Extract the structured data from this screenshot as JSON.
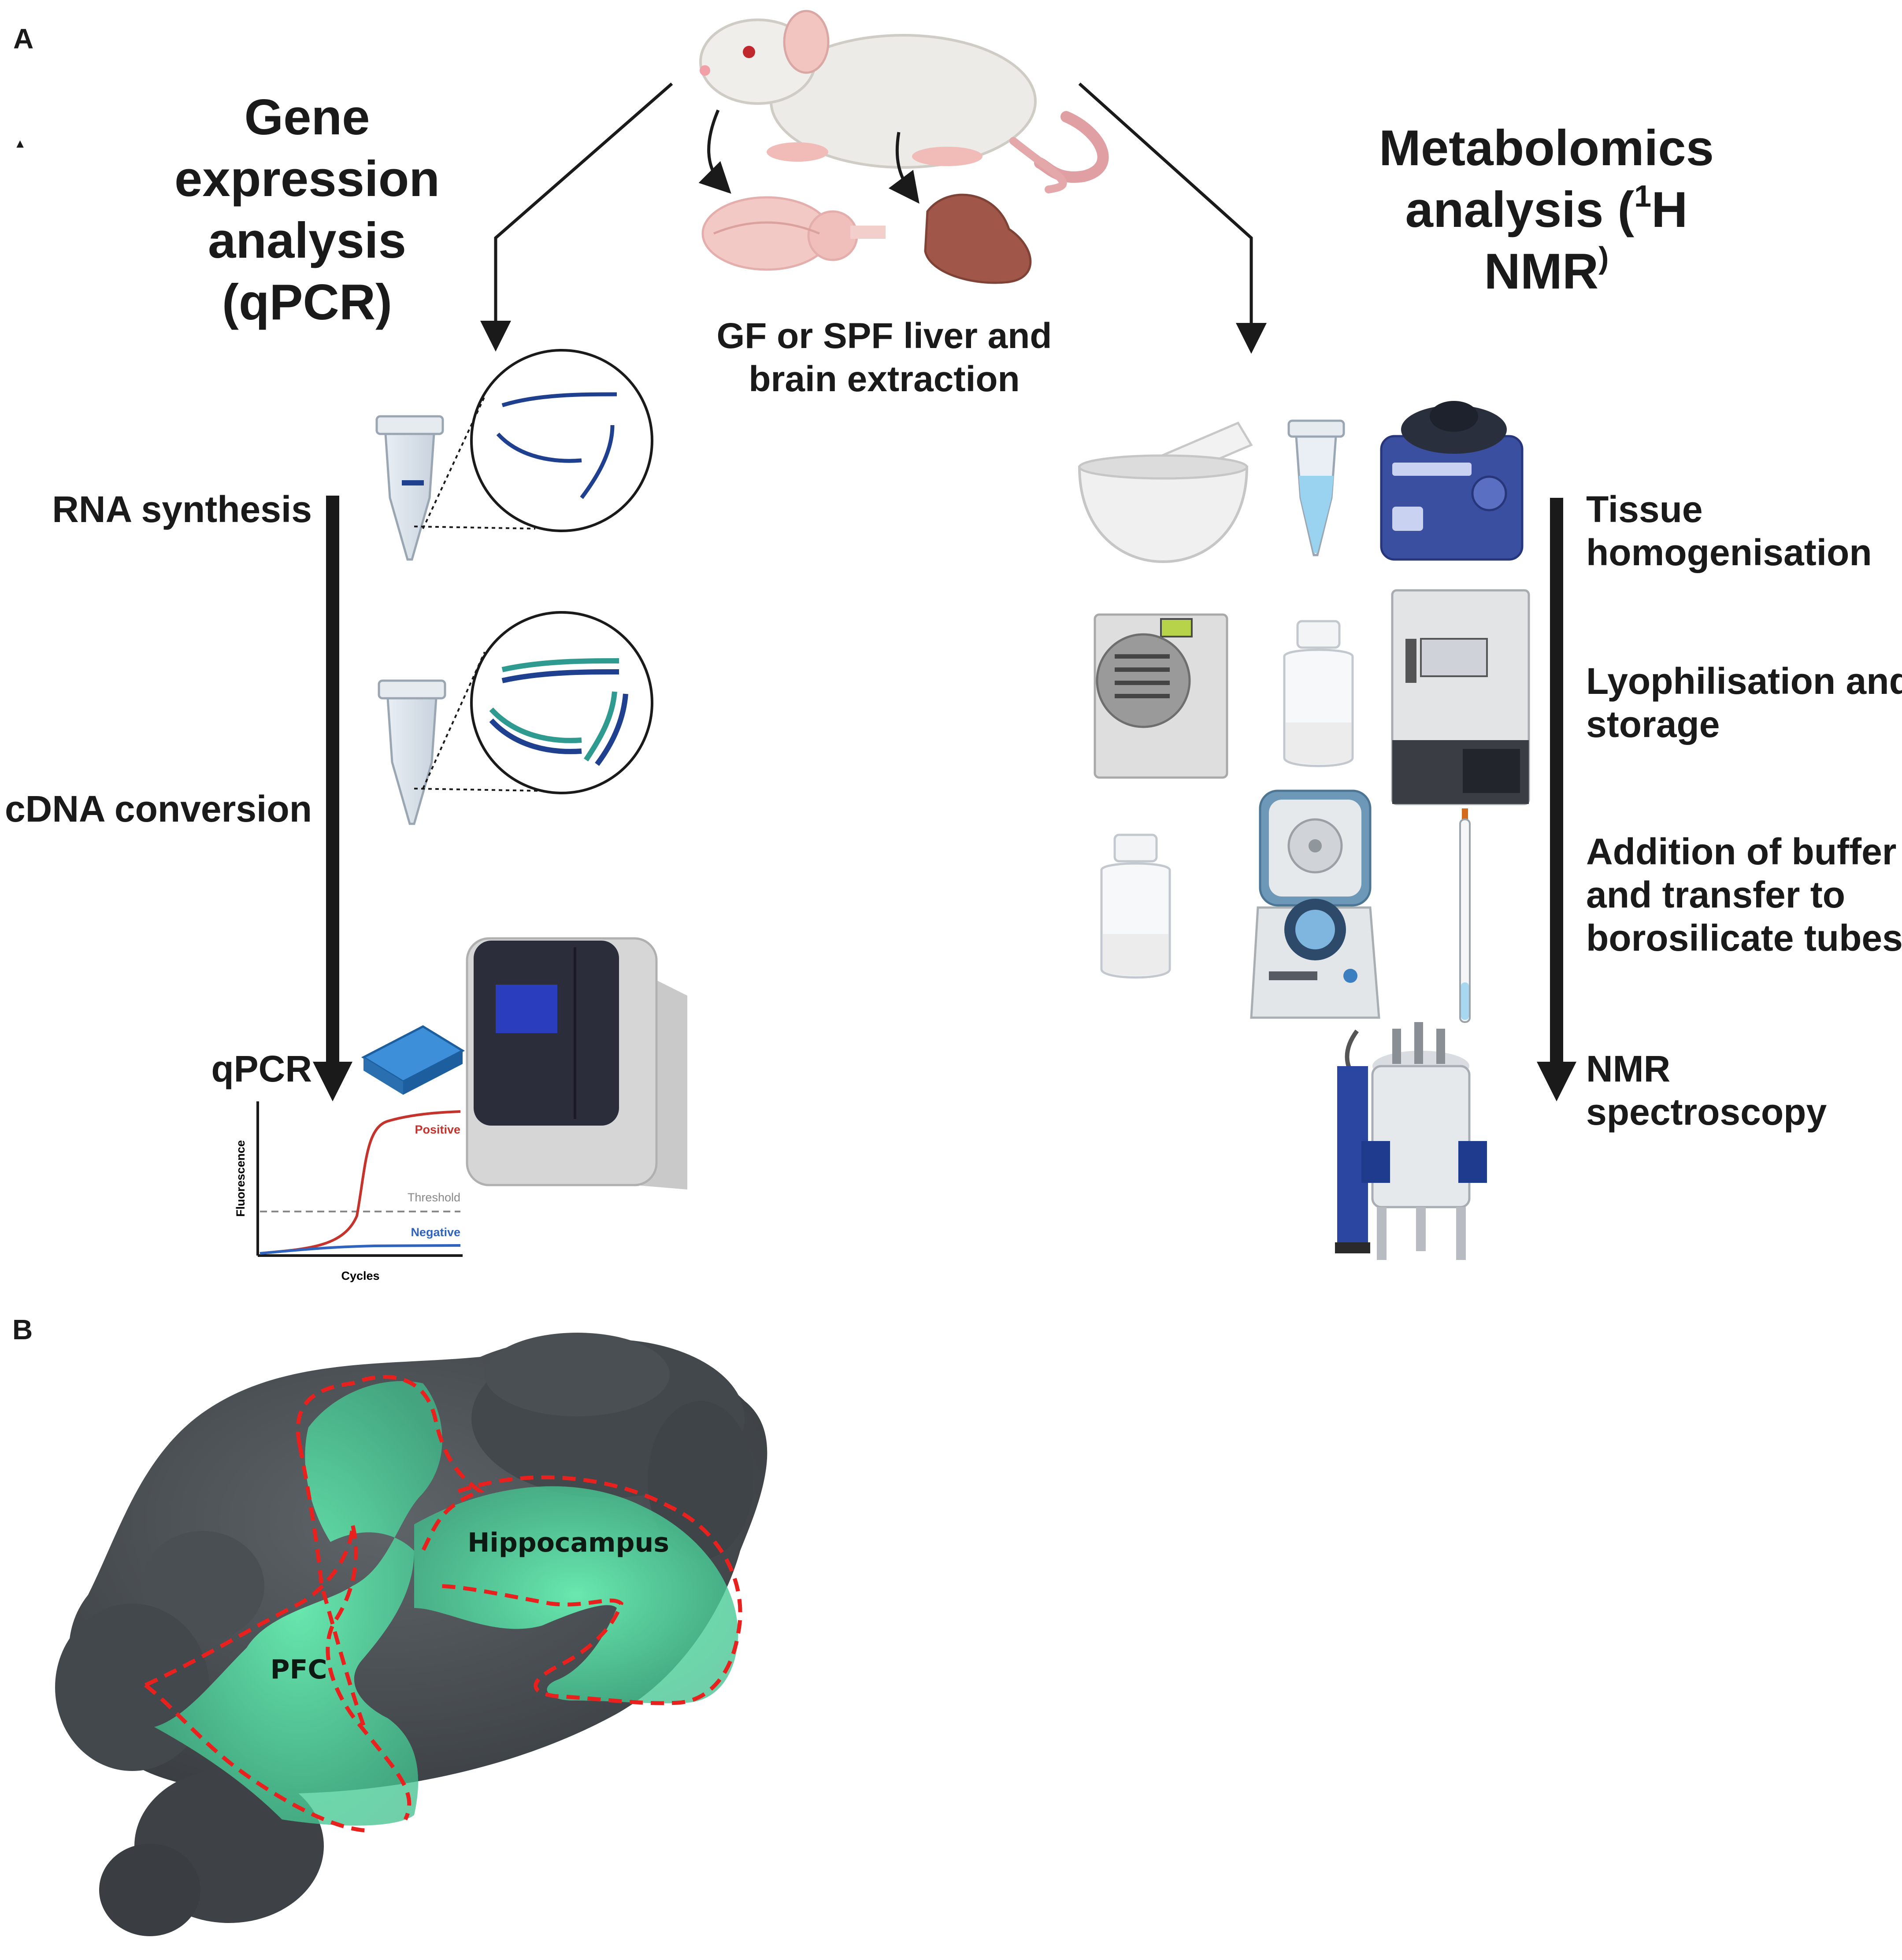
{
  "panels": {
    "a": "A",
    "b": "B"
  },
  "left": {
    "heading": [
      "Gene",
      "expression",
      "analysis",
      "(qPCR)"
    ],
    "steps": [
      "RNA synthesis",
      "cDNA conversion",
      "qPCR"
    ],
    "plot": {
      "positive": "Positive",
      "threshold": "Threshold",
      "negative": "Negative",
      "xlabel": "Cycles",
      "ylabel": "Fluorescence"
    }
  },
  "center": {
    "caption": [
      "GF or SPF liver and",
      "brain extraction"
    ]
  },
  "right": {
    "heading": [
      "Metabolomics",
      "analysis (",
      "1",
      "H",
      "NMR",
      ")"
    ],
    "steps": [
      [
        "Tissue",
        "homogenisation"
      ],
      [
        "Lyophilisation and",
        "storage"
      ],
      [
        "Addition of buffer",
        "and transfer to",
        "borosilicate tubes"
      ],
      [
        "NMR",
        "spectroscopy"
      ]
    ]
  },
  "brain": {
    "labels": [
      "Hippocampus",
      "PFC"
    ]
  },
  "colors": {
    "region": "#5fe0a8",
    "outline": "#e8201e",
    "brain": "#4e5357",
    "rna": "#1f3f8f",
    "cdna": "#2f9a8f",
    "nmr": "#2a46a0"
  }
}
